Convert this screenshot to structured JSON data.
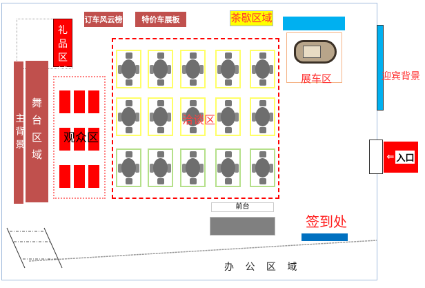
{
  "title_boards": {
    "ranking": "订车风云榜",
    "special_price": "特价车展板"
  },
  "zones": {
    "tea_break": "茶歇区域",
    "gift": "礼品区域",
    "main_background": "主背景",
    "stage": "舞台区域",
    "audience": "观众区",
    "negotiation": "洽谈区",
    "car_display": "展车区",
    "welcome_background": "迎宾背景",
    "entrance": "入口",
    "reception": "前台",
    "check_in": "签到处",
    "office": "办 公 区 域"
  },
  "colors": {
    "maroon": "#c0504d",
    "red": "#ff0000",
    "blue": "#00b0f0",
    "signin_blue": "#0070c0",
    "yellow": "#ffff00"
  },
  "negotiation_tables": [
    [
      "yellow",
      "yellow",
      "yellow",
      "yellow",
      "yellow"
    ],
    [
      "yellow",
      "yellow",
      "yellow",
      "yellow",
      "yellow"
    ],
    [
      "green",
      "green",
      "green",
      "green",
      "green"
    ]
  ]
}
